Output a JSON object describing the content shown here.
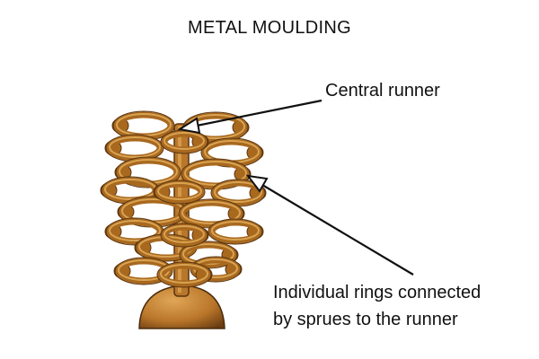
{
  "title": "METAL MOULDING",
  "labels": {
    "central_runner": "Central runner",
    "rings_line1": "Individual rings connected",
    "rings_line2": "by sprues to the runner"
  },
  "colors": {
    "metal_dark": "#5a3410",
    "metal_mid": "#a8691f",
    "metal_light": "#d9a352",
    "base": "#b9762a",
    "arrow": "#111111"
  }
}
